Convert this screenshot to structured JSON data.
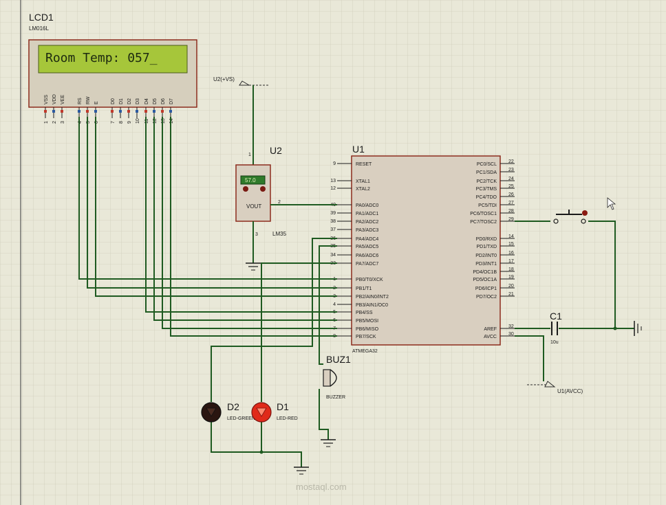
{
  "lcd": {
    "ref": "LCD1",
    "model": "LM016L",
    "display_text": "Room Temp: 057_",
    "pins": [
      "VSS",
      "VDD",
      "VEE",
      "RS",
      "RW",
      "E",
      "D0",
      "D1",
      "D2",
      "D3",
      "D4",
      "D5",
      "D6",
      "D7"
    ],
    "pin_numbers": [
      "1",
      "2",
      "3",
      "4",
      "5",
      "6",
      "7",
      "8",
      "9",
      "10",
      "11",
      "12",
      "13",
      "14"
    ]
  },
  "sensor": {
    "ref": "U2",
    "model": "LM35",
    "supply_label": "U2(+VS)",
    "display_value": "57.0",
    "vout_label": "VOUT",
    "pin_top": "1",
    "pin_out": "2",
    "pin_bottom": "3"
  },
  "mcu": {
    "ref": "U1",
    "model": "ATMEGA32",
    "left_pins": [
      {
        "num": "9",
        "name": "RESET"
      },
      {
        "num": "13",
        "name": "XTAL1"
      },
      {
        "num": "12",
        "name": "XTAL2"
      },
      {
        "num": "40",
        "name": "PA0/ADC0"
      },
      {
        "num": "39",
        "name": "PA1/ADC1"
      },
      {
        "num": "38",
        "name": "PA2/ADC2"
      },
      {
        "num": "37",
        "name": "PA3/ADC3"
      },
      {
        "num": "36",
        "name": "PA4/ADC4"
      },
      {
        "num": "35",
        "name": "PA5/ADC5"
      },
      {
        "num": "34",
        "name": "PA6/ADC6"
      },
      {
        "num": "33",
        "name": "PA7/ADC7"
      },
      {
        "num": "1",
        "name": "PB0/T0/XCK"
      },
      {
        "num": "2",
        "name": "PB1/T1"
      },
      {
        "num": "3",
        "name": "PB2/AIN0/INT2"
      },
      {
        "num": "4",
        "name": "PB3/AIN1/OC0"
      },
      {
        "num": "5",
        "name": "PB4/SS"
      },
      {
        "num": "6",
        "name": "PB5/MOSI"
      },
      {
        "num": "7",
        "name": "PB6/MISO"
      },
      {
        "num": "8",
        "name": "PB7/SCK"
      }
    ],
    "right_pins": [
      {
        "num": "22",
        "name": "PC0/SCL"
      },
      {
        "num": "23",
        "name": "PC1/SDA"
      },
      {
        "num": "24",
        "name": "PC2/TCK"
      },
      {
        "num": "25",
        "name": "PC3/TMS"
      },
      {
        "num": "26",
        "name": "PC4/TDO"
      },
      {
        "num": "27",
        "name": "PC5/TDI"
      },
      {
        "num": "28",
        "name": "PC6/TOSC1"
      },
      {
        "num": "29",
        "name": "PC7/TOSC2"
      },
      {
        "num": "14",
        "name": "PD0/RXD"
      },
      {
        "num": "15",
        "name": "PD1/TXD"
      },
      {
        "num": "16",
        "name": "PD2/INT0"
      },
      {
        "num": "17",
        "name": "PD3/INT1"
      },
      {
        "num": "18",
        "name": "PD4/OC1B"
      },
      {
        "num": "19",
        "name": "PD5/OC1A"
      },
      {
        "num": "20",
        "name": "PD6/ICP1"
      },
      {
        "num": "21",
        "name": "PD7/OC2"
      },
      {
        "num": "32",
        "name": "AREF"
      },
      {
        "num": "30",
        "name": "AVCC"
      }
    ]
  },
  "capacitor": {
    "ref": "C1",
    "value": "10u"
  },
  "avcc_label": "U1(AVCC)",
  "buzzer": {
    "ref": "BUZ1",
    "model": "BUZZER"
  },
  "led_green": {
    "ref": "D2",
    "model": "LED-GREEN"
  },
  "led_red": {
    "ref": "D1",
    "model": "LED-RED"
  },
  "watermark": "mostaql.com",
  "colors": {
    "background": "#e9e8d8",
    "grid": "#c9c8b6",
    "wire": "#1e5a20",
    "body_outline": "#8c2b1c",
    "body_fill": "#d9cfc0",
    "lcd_screen": "#a6c63a",
    "led_red": "#e02a1a",
    "led_green_off": "#2a1510"
  }
}
